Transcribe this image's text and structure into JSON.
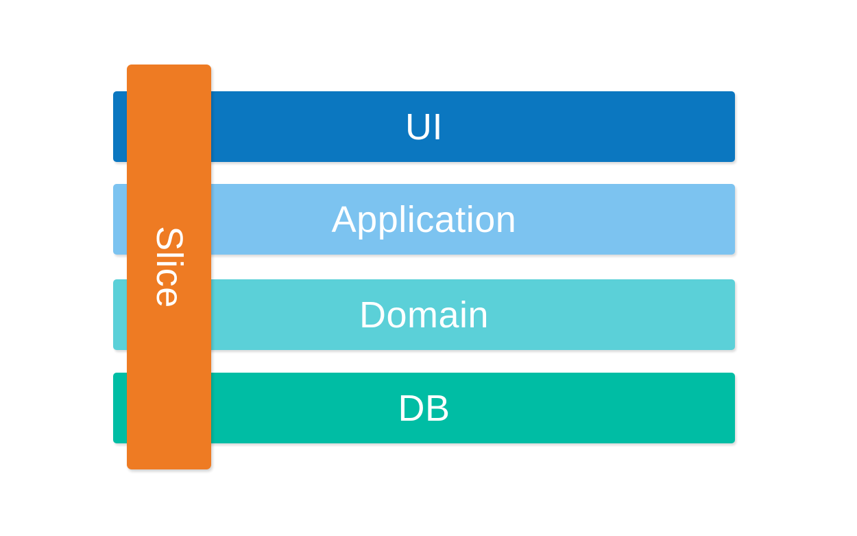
{
  "background": "#ffffff",
  "text_color": "#ffffff",
  "diagram": {
    "layers": [
      {
        "label": "UI",
        "color": "#0b77c0"
      },
      {
        "label": "Application",
        "color": "#7cc3f0"
      },
      {
        "label": "Domain",
        "color": "#5bd0d8"
      },
      {
        "label": "DB",
        "color": "#00bda4"
      }
    ],
    "slice": {
      "label": "Slice",
      "color": "#ee7b23"
    }
  }
}
